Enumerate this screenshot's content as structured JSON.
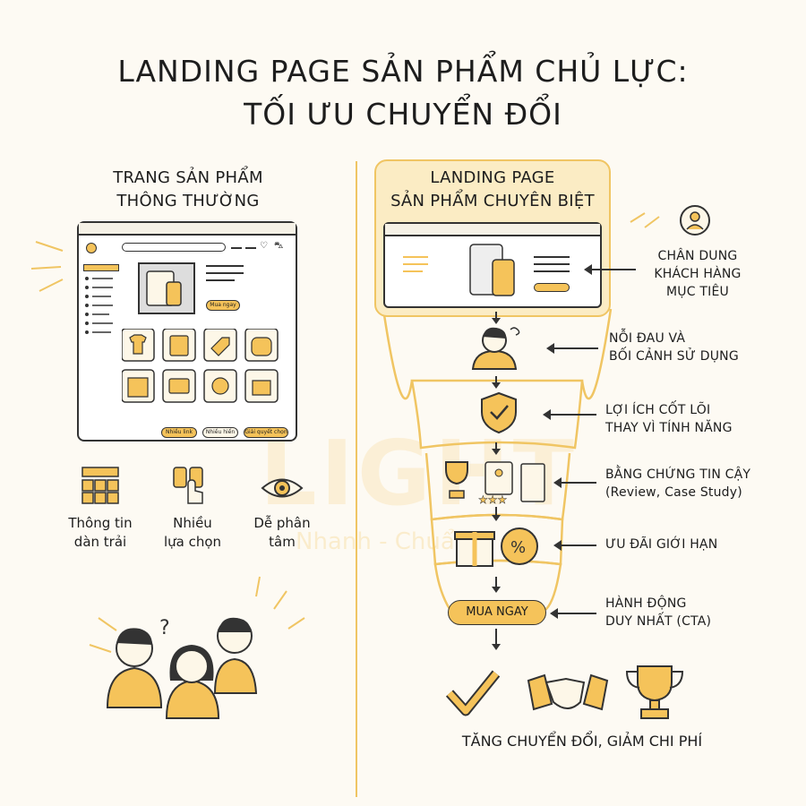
{
  "title": {
    "line1": "LANDING PAGE SẢN PHẨM CHỦ LỰC:",
    "line2": "TỐI ƯU CHUYỂN ĐỔI"
  },
  "left": {
    "heading_line1": "TRANG SẢN PHẨM",
    "heading_line2": "THÔNG THƯỜNG",
    "mock": {
      "buy_button": "Mua ngay",
      "pills": [
        "Nhiều link",
        "Nhiều hiển",
        "Giải quyết chọn"
      ]
    },
    "features": [
      {
        "line1": "Thông tin",
        "line2": "dàn trải",
        "icon": "layout-grid-icon"
      },
      {
        "line1": "Nhiều",
        "line2": "lựa chọn",
        "icon": "hand-choice-icon"
      },
      {
        "line1": "Dễ phân",
        "line2": "tâm",
        "icon": "eye-icon"
      }
    ]
  },
  "right": {
    "heading_line1": "LANDING PAGE",
    "heading_line2": "SẢN PHẨM CHUYÊN BIỆT",
    "steps": [
      {
        "line1": "CHÂN DUNG",
        "line2": "KHÁCH HÀNG",
        "line3": "MỤC TIÊU"
      },
      {
        "line1": "NỖI ĐAU VÀ",
        "line2": "BỐI CẢNH SỬ DỤNG"
      },
      {
        "line1": "LỢI ÍCH CỐT LÕI",
        "line2": "THAY VÌ TÍNH NĂNG"
      },
      {
        "line1": "BẰNG CHỨNG TIN CẬY",
        "line2": "(Review, Case Study)"
      },
      {
        "line1": "ƯU ĐÃI GIỚI HẠN"
      },
      {
        "line1": "HÀNH ĐỘNG",
        "line2": "DUY NHẤT (CTA)"
      }
    ],
    "cta_button": "MUA NGAY",
    "result": "TĂNG CHUYỂN ĐỔI, GIẢM CHI PHÍ"
  },
  "watermark": {
    "brand": "LIGHT",
    "tagline": "Nhanh - Chuẩn"
  },
  "colors": {
    "accent": "#f5c35a",
    "highlight_bg": "#fbecc4",
    "line": "#333333",
    "divider": "#f0c563"
  }
}
